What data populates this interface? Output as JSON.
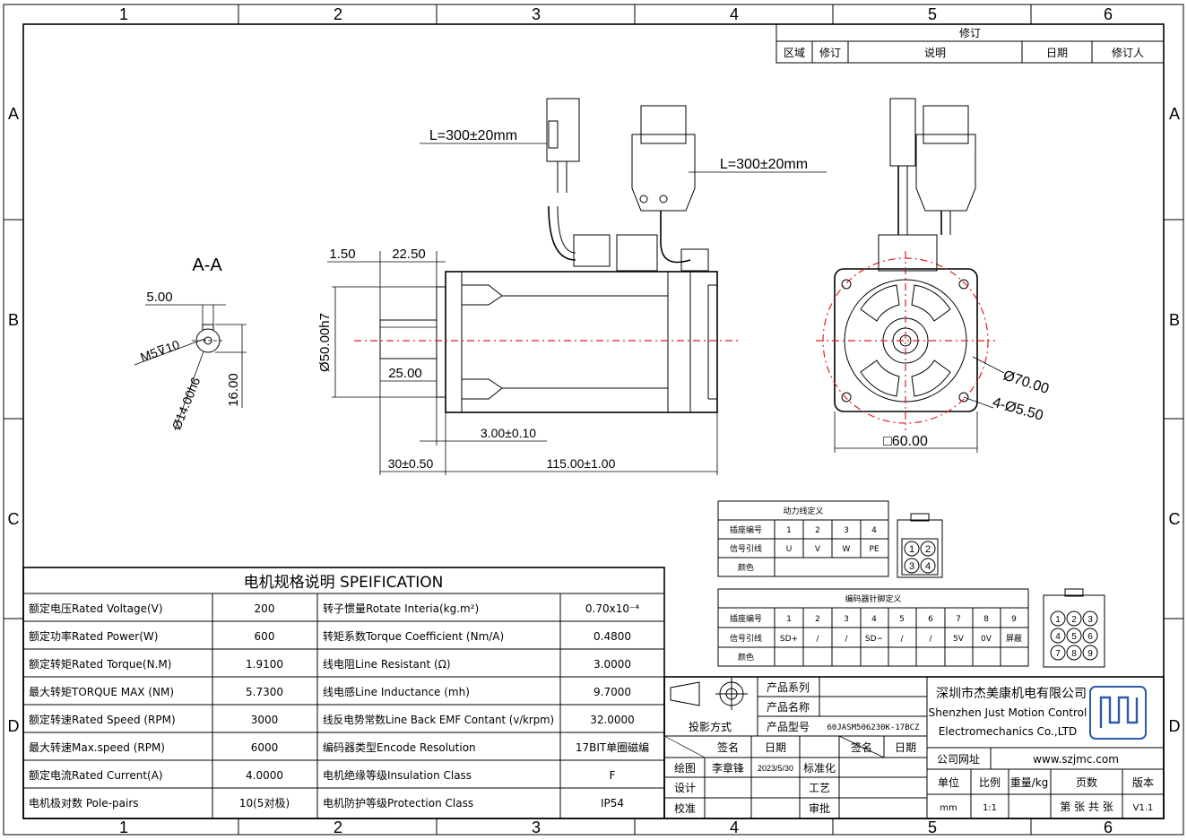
{
  "border": {
    "columns": [
      "1",
      "2",
      "3",
      "4",
      "5",
      "6"
    ],
    "rows": [
      "A",
      "B",
      "C",
      "D"
    ]
  },
  "revision": {
    "title": "修订",
    "headers": [
      "区域",
      "修订",
      "说明",
      "日期",
      "修订人"
    ]
  },
  "views": {
    "section_label": "A-A",
    "section_dims": {
      "width": "5.00",
      "thread": "M5⊽10",
      "shaft_dia": "Ø14.00h6",
      "height": "16.00"
    },
    "side_dims": {
      "cable_left": "L=300±20mm",
      "cable_right": "L=300±20mm",
      "d150": "1.50",
      "d2250": "22.50",
      "flange_dia": "Ø50.00h7",
      "key_len": "25.00",
      "d300": "3.00±0.10",
      "d30": "30±0.50",
      "body_len": "115.00±1.00"
    },
    "front_dims": {
      "pcd": "Ø70.00",
      "holes": "4-Ø5.50",
      "square": "□60.00"
    }
  },
  "power_table": {
    "title": "动力线定义",
    "row1_label": "插座编号",
    "row1": [
      "1",
      "2",
      "3",
      "4"
    ],
    "row2_label": "信号引线",
    "row2": [
      "U",
      "V",
      "W",
      "PE"
    ],
    "row3_label": "颜色",
    "pins": [
      "1",
      "2",
      "3",
      "4"
    ]
  },
  "encoder_table": {
    "title": "编码器针脚定义",
    "row1_label": "插座编号",
    "row1": [
      "1",
      "2",
      "3",
      "4",
      "5",
      "6",
      "7",
      "8",
      "9"
    ],
    "row2_label": "信号引线",
    "row2": [
      "SD+",
      "/",
      "/",
      "SD−",
      "/",
      "/",
      "5V",
      "0V",
      "屏蔽"
    ],
    "row3_label": "颜色",
    "pins": [
      "1",
      "2",
      "3",
      "4",
      "5",
      "6",
      "7",
      "8",
      "9"
    ]
  },
  "spec": {
    "title": "电机规格说明 SPEIFICATION",
    "rows": [
      [
        "额定电压Rated Voltage(V)",
        "200",
        "转子惯量Rotate Interia(kg.m²)",
        "0.70x10⁻⁴"
      ],
      [
        "额定功率Rated Power(W)",
        "600",
        "转矩系数Torque Coefficient (Nm/A)",
        "0.4800"
      ],
      [
        "额定转矩Rated Torque(N.M)",
        "1.9100",
        "线电阻Line Resistant (Ω)",
        "3.0000"
      ],
      [
        "最大转矩TORQUE MAX (NM)",
        "5.7300",
        "线电感Line Inductance (mh)",
        "9.7000"
      ],
      [
        "额定转速Rated Speed (RPM)",
        "3000",
        "线反电势常数Line Back EMF Contant (v/krpm)",
        "32.0000"
      ],
      [
        "最大转速Max.speed (RPM)",
        "6000",
        "编码器类型Encode Resolution",
        "17BIT单圈磁编"
      ],
      [
        "额定电流Rated Current(A)",
        "4.0000",
        "电机绝缘等级Insulation Class",
        "F"
      ],
      [
        "电机极对数 Pole-pairs",
        "10(5对极)",
        "电机防护等级Protection Class",
        "IP54"
      ]
    ]
  },
  "title_block": {
    "projection": "投影方式",
    "product_series": "产品系列",
    "product_name": "产品名称",
    "product_model_label": "产品型号",
    "product_model": "60JASM506230K-17BCZ",
    "sign": "签名",
    "date": "日期",
    "sign2": "签名",
    "date2": "日期",
    "draw": "绘图",
    "drawer": "李章锋",
    "draw_date": "2023/5/30",
    "standard": "标准化",
    "design": "设计",
    "process": "工艺",
    "check": "校准",
    "approve": "审批",
    "company_cn": "深圳市杰美康机电有限公司",
    "company_en1": "Shenzhen Just Motion Control",
    "company_en2": "Electromechanics Co.,LTD",
    "website_label": "公司网址",
    "website": "www.szjmc.com",
    "unit_label": "单位",
    "scale_label": "比例",
    "weight_label": "重量/kg",
    "pages_label": "页数",
    "version_label": "版本",
    "unit": "mm",
    "scale": "1:1",
    "pages": "第 张 共 张",
    "version": "V1.1"
  }
}
